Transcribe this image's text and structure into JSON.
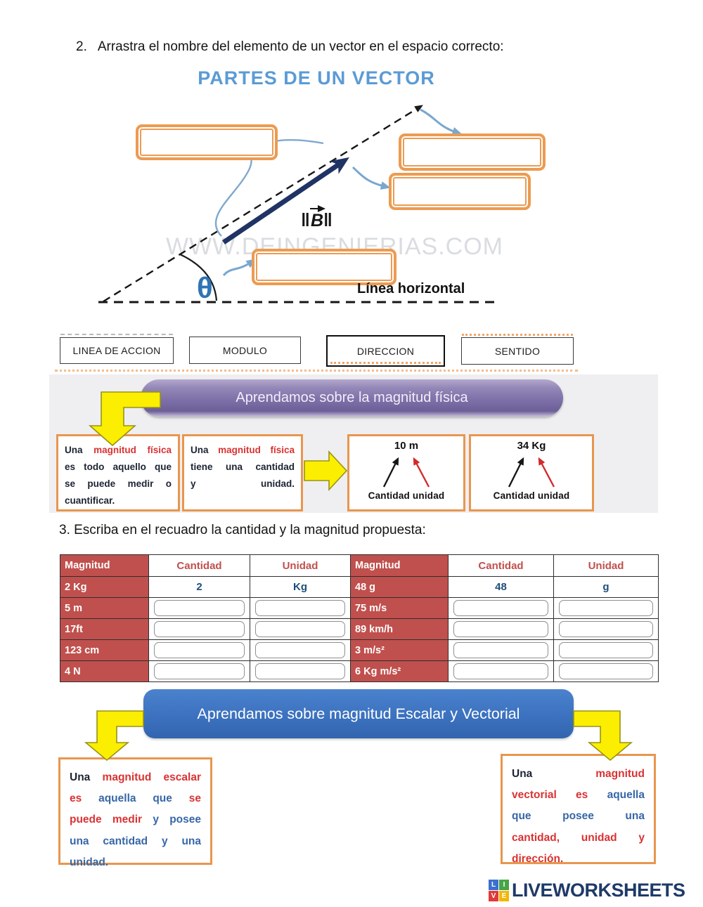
{
  "section2": {
    "number": "2.",
    "title": "Arrastra el nombre del elemento de un vector en el espacio correcto:",
    "diagram": {
      "title": "PARTES DE UN VECTOR",
      "watermark": "WWW.DEINGENIERIAS.COM",
      "norm_bar_left": "‖",
      "norm_letter": "B",
      "norm_bar_right": "‖",
      "theta": "θ",
      "baseline_label": "Línea horizontal"
    },
    "labels": [
      "LINEA DE ACCION",
      "MODULO",
      "DIRECCION",
      "SENTIDO"
    ]
  },
  "fisica": {
    "banner": "Aprendamos sobre la magnitud física",
    "card1_segments": [
      {
        "t": "Una ",
        "c": "dark"
      },
      {
        "t": "magnitud física",
        "c": "red"
      },
      {
        "br": true
      },
      {
        "t": "es todo aquello que",
        "c": "dark"
      },
      {
        "br": true
      },
      {
        "t": "se puede medir o",
        "c": "dark"
      },
      {
        "br": true
      },
      {
        "t": "cuantificar.",
        "c": "dark"
      }
    ],
    "card2_segments": [
      {
        "t": "Una ",
        "c": "dark"
      },
      {
        "t": "magnitud física",
        "c": "red"
      },
      {
        "br": true
      },
      {
        "t": "tiene una cantidad",
        "c": "dark"
      },
      {
        "br": true
      },
      {
        "t": "y unidad.",
        "c": "dark"
      }
    ],
    "example1": {
      "value": "10 m",
      "caption": "Cantidad unidad"
    },
    "example2": {
      "value": "34 Kg",
      "caption": "Cantidad unidad"
    }
  },
  "section3": {
    "title": "3. Escriba en el recuadro la cantidad y la magnitud propuesta:",
    "table": {
      "headers": [
        "Magnitud",
        "Cantidad",
        "Unidad",
        "Magnitud",
        "Cantidad",
        "Unidad"
      ],
      "rows": [
        [
          {
            "t": "2 Kg",
            "k": "mag"
          },
          {
            "t": "2",
            "k": "ans"
          },
          {
            "t": "Kg",
            "k": "ans"
          },
          {
            "t": "48 g",
            "k": "mag"
          },
          {
            "t": "48",
            "k": "ans"
          },
          {
            "t": "g",
            "k": "ans"
          }
        ],
        [
          {
            "t": "5 m",
            "k": "mag"
          },
          {
            "k": "input"
          },
          {
            "k": "input"
          },
          {
            "t": "75 m/s",
            "k": "mag"
          },
          {
            "k": "input"
          },
          {
            "k": "input"
          }
        ],
        [
          {
            "t": "17ft",
            "k": "mag"
          },
          {
            "k": "input"
          },
          {
            "k": "input"
          },
          {
            "t": "89 km/h",
            "k": "mag"
          },
          {
            "k": "input"
          },
          {
            "k": "input"
          }
        ],
        [
          {
            "t": "123 cm",
            "k": "mag"
          },
          {
            "k": "input"
          },
          {
            "k": "input"
          },
          {
            "t": "3 m/s²",
            "k": "mag"
          },
          {
            "k": "input"
          },
          {
            "k": "input"
          }
        ],
        [
          {
            "t": "4 N",
            "k": "mag"
          },
          {
            "k": "input"
          },
          {
            "k": "input"
          },
          {
            "t": "6 Kg m/s²",
            "k": "mag"
          },
          {
            "k": "input"
          },
          {
            "k": "input"
          }
        ]
      ]
    }
  },
  "escalar": {
    "banner": "Aprendamos sobre magnitud Escalar y Vectorial",
    "left_segments": [
      {
        "t": "Una ",
        "c": "dark"
      },
      {
        "t": "magnitud escalar",
        "c": "red"
      },
      {
        "br": true
      },
      {
        "t": "es ",
        "c": "red"
      },
      {
        "t": "aquella que ",
        "c": "blue"
      },
      {
        "t": "se",
        "c": "red"
      },
      {
        "br": true
      },
      {
        "t": "puede medir ",
        "c": "red"
      },
      {
        "t": "y posee",
        "c": "blue"
      },
      {
        "br": true
      },
      {
        "t": "una cantidad y una",
        "c": "blue"
      },
      {
        "br": true
      },
      {
        "t": "unidad.",
        "c": "blue"
      }
    ],
    "right_segments": [
      {
        "t": "Una ",
        "c": "dark"
      },
      {
        "t": "magnitud",
        "c": "red"
      },
      {
        "br": true
      },
      {
        "t": "vectorial es ",
        "c": "red"
      },
      {
        "t": "aquella",
        "c": "blue"
      },
      {
        "br": true
      },
      {
        "t": "que posee una",
        "c": "blue"
      },
      {
        "br": true
      },
      {
        "t": "cantidad, unidad y",
        "c": "red"
      },
      {
        "br": true
      },
      {
        "t": "dirección.",
        "c": "red"
      }
    ]
  },
  "footer": {
    "logo_text": "LIVEWORKSHEETS",
    "tiles": [
      {
        "ch": "L",
        "bg": "#3B6FD0"
      },
      {
        "ch": "I",
        "bg": "#47A447"
      },
      {
        "ch": "V",
        "bg": "#E03A3A"
      },
      {
        "ch": "E",
        "bg": "#F2B705"
      }
    ]
  },
  "colors": {
    "accent_orange": "#E8964F",
    "table_red": "#C0504D",
    "vector_navy": "#1F3364",
    "banner_purple": "#7e70a8",
    "banner_blue": "#3a70bd",
    "arrow_yellow": "#FBEE00",
    "title_blue": "#5B9BD5"
  }
}
